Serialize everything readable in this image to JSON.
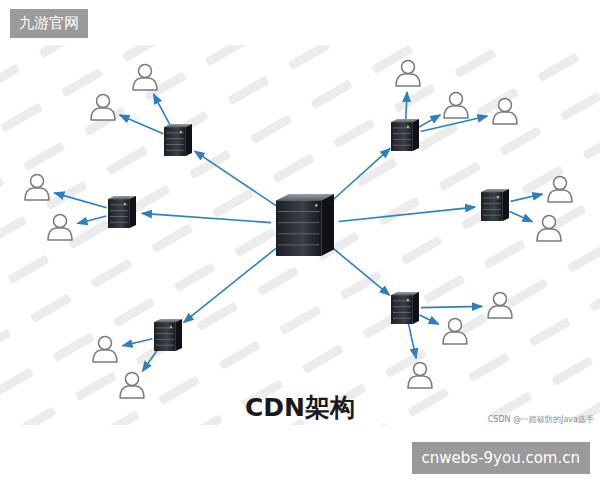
{
  "diagram": {
    "title": "CDN架构",
    "labels": [
      "九游官网",
      "cnwebs-9you.com.cn",
      "CSDN @一路破防的Java选手"
    ]
  }
}
